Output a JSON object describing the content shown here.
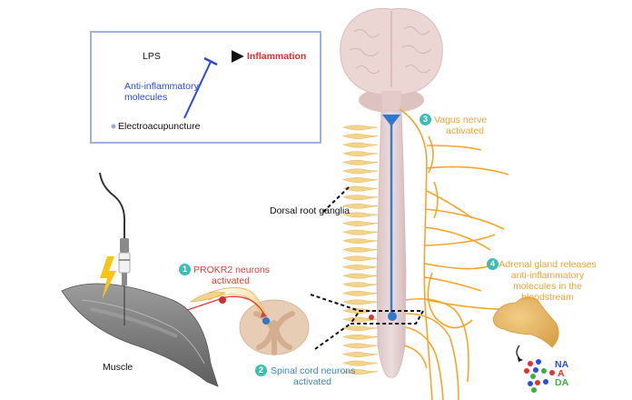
{
  "legend": {
    "lps": "LPS",
    "inflammation": "Inflammation",
    "anti_inflammatory_line1": "Anti-inflammatory",
    "anti_inflammatory_line2": "molecules",
    "electroacupuncture": "Electroacupuncture"
  },
  "steps": [
    {
      "number": "1",
      "line1": "PROKR2 neurons",
      "line2": "activated",
      "color": "#d9403a"
    },
    {
      "number": "2",
      "line1": "Spinal cord neurons",
      "line2": "activated",
      "color": "#3b86c6"
    },
    {
      "number": "3",
      "line1": "Vagus nerve",
      "line2": "activated",
      "color": "#f0a238"
    },
    {
      "number": "4",
      "line1": "Adrenal gland releases",
      "line2": "anti-inflammatory",
      "line3": "molecules in the",
      "line4": "bloodstream",
      "color": "#f0a238"
    }
  ],
  "labels": {
    "muscle": "Muscle",
    "dorsal_root_ganglia": "Dorsal root ganglia"
  },
  "molecules": [
    {
      "label": "NA",
      "color": "#2a4fe0"
    },
    {
      "label": "A",
      "color": "#e03232"
    },
    {
      "label": "DA",
      "color": "#3cb043"
    }
  ],
  "colors": {
    "legend_border": "#9db2e0",
    "inhibit_line": "#2a48d8",
    "nerve": "#f4a62a",
    "ganglia": "#f3d48a",
    "spinal_cord": "#e9d6d6",
    "brain": "#ecd6d4",
    "badge": "#3fbdb4",
    "muscle": "#8a8a8a"
  }
}
